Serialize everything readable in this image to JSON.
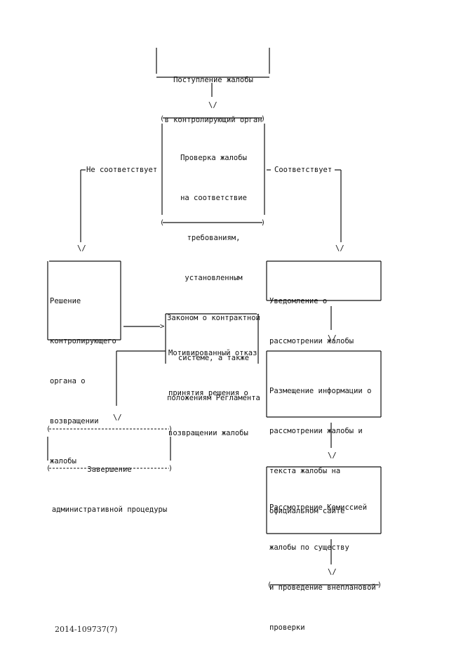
{
  "diagram": {
    "nodes": {
      "receipt": {
        "lines": [
          "Поступление жалобы",
          "в контролирующий орган"
        ]
      },
      "check": {
        "lines": [
          "Проверка жалобы",
          "на соответствие",
          "требованиям,",
          "установленным",
          "Законом о контрактной",
          "системе, а также",
          "положениям Регламента"
        ]
      },
      "return_decision": {
        "lines": [
          "Решение",
          "контролирующего",
          "органа о",
          "возвращении",
          "жалобы"
        ]
      },
      "refusal": {
        "lines": [
          "Мотивированный отказ",
          "принятия решения о",
          "возвращении жалобы"
        ]
      },
      "notice": {
        "lines": [
          "Уведомление о",
          "рассмотрении жалобы"
        ]
      },
      "publish": {
        "lines": [
          "Размещение информации о",
          "рассмотрении жалобы и",
          "текста жалобы на",
          "официальном сайте"
        ]
      },
      "finish": {
        "lines": [
          "Завершение",
          "административной процедуры"
        ]
      },
      "commission": {
        "lines": [
          "Рассмотрение Комиссией",
          "жалобы по существу",
          "и проведение внеплановой",
          "проверки"
        ]
      }
    },
    "edge_labels": {
      "not_ok": "Не соответствует",
      "ok": "Соответствует"
    },
    "arrow_glyph": "\\/",
    "right_arrow_glyph": ">"
  },
  "footer": {
    "doc_number": "2014-109737(7)"
  }
}
